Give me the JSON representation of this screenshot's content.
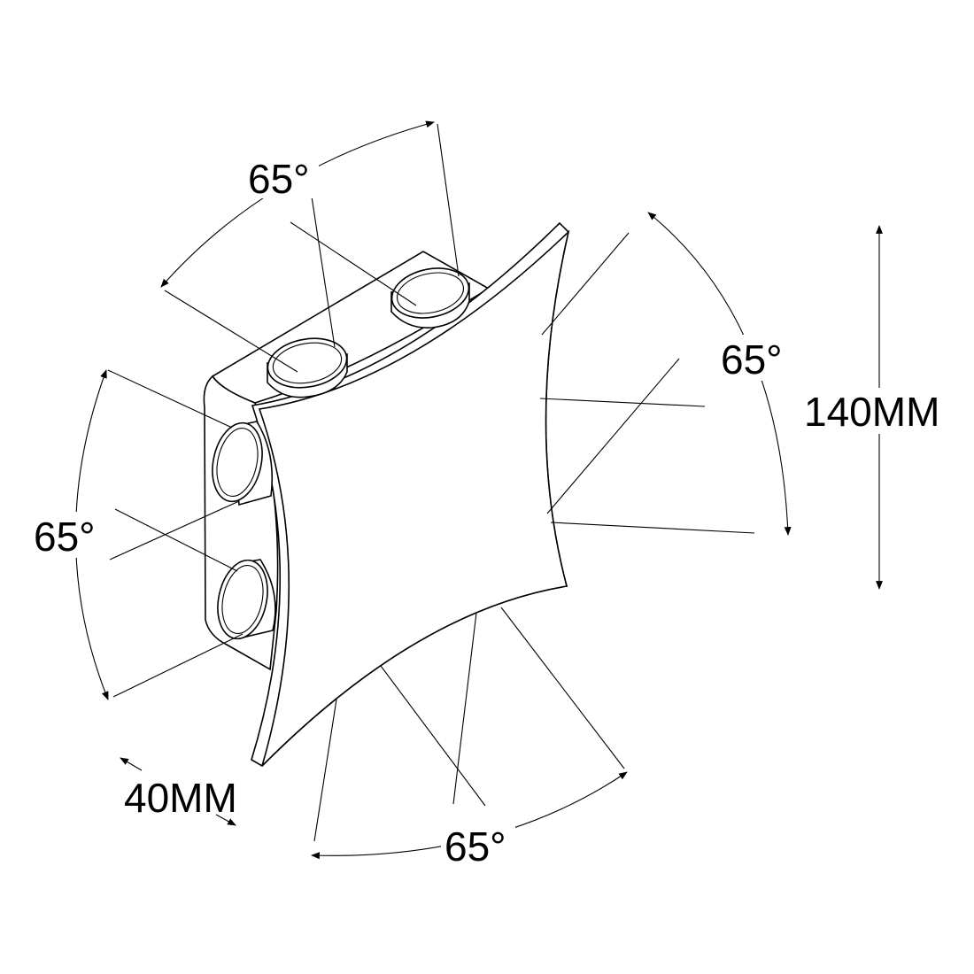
{
  "labels": {
    "angle_top": "65°",
    "angle_right": "65°",
    "angle_left": "65°",
    "angle_bottom": "65°",
    "height": "140MM",
    "depth": "40MM"
  },
  "colors": {
    "line": "#000000",
    "background": "#ffffff"
  }
}
